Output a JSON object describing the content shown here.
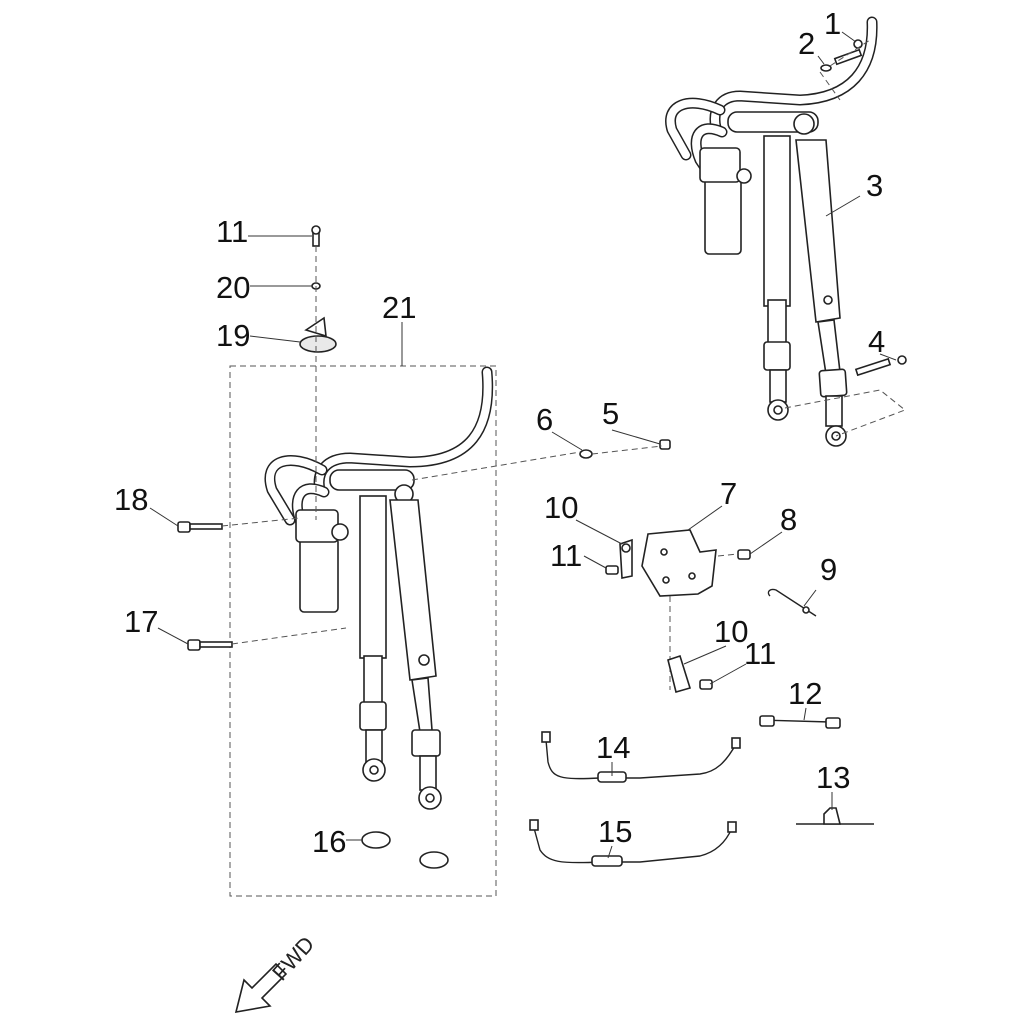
{
  "callouts": {
    "c1": "1",
    "c2": "2",
    "c3": "3",
    "c4": "4",
    "c5": "5",
    "c6": "6",
    "c7": "7",
    "c8": "8",
    "c9": "9",
    "c10a": "10",
    "c10b": "10",
    "c11a": "11",
    "c11b": "11",
    "c11c": "11",
    "c12": "12",
    "c13": "13",
    "c14": "14",
    "c15": "15",
    "c16": "16",
    "c17": "17",
    "c18": "18",
    "c19": "19",
    "c20": "20",
    "c21": "21"
  },
  "direction_label": "FWD"
}
